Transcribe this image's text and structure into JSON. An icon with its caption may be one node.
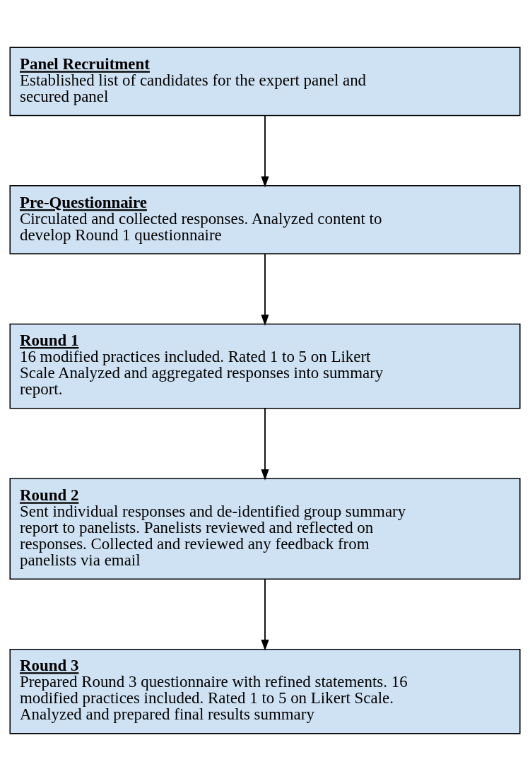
{
  "diagram": {
    "nodes": [
      {
        "text": [
          "Panel Recruitment",
          "Established list of candidates for the expert panel and secured panel"
        ]
      },
      {
        "text": [
          "Pre-Questionnaire",
          "Circulated and collected responses. Analyzed content to develop Round 1 questionnaire"
        ]
      },
      {
        "text": [
          "Round 1",
          "16 modified practices included. Rated 1 to 5 on Likert Scale Analyzed and aggregated responses into summary report."
        ]
      },
      {
        "text": [
          "Round 2",
          "Sent individual responses and de-identified group summary report to panelists. Panelists reviewed and reflected on responses. Collected and reviewed any feedback from panelists via email"
        ]
      },
      {
        "text": [
          "Round 3",
          "Prepared Round 3 questionnaire with refined statements. 16 modified practices included. Rated 1 to 5 on Likert Scale. Analyzed and prepared final results summary"
        ]
      }
    ],
    "edges": [
      {
        "from": 0,
        "to": 1,
        "arrow": "to"
      },
      {
        "from": 1,
        "to": 2,
        "arrow": "to"
      },
      {
        "from": 2,
        "to": 3,
        "arrow": "to"
      },
      {
        "from": 3,
        "to": 4,
        "arrow": "to"
      }
    ]
  }
}
